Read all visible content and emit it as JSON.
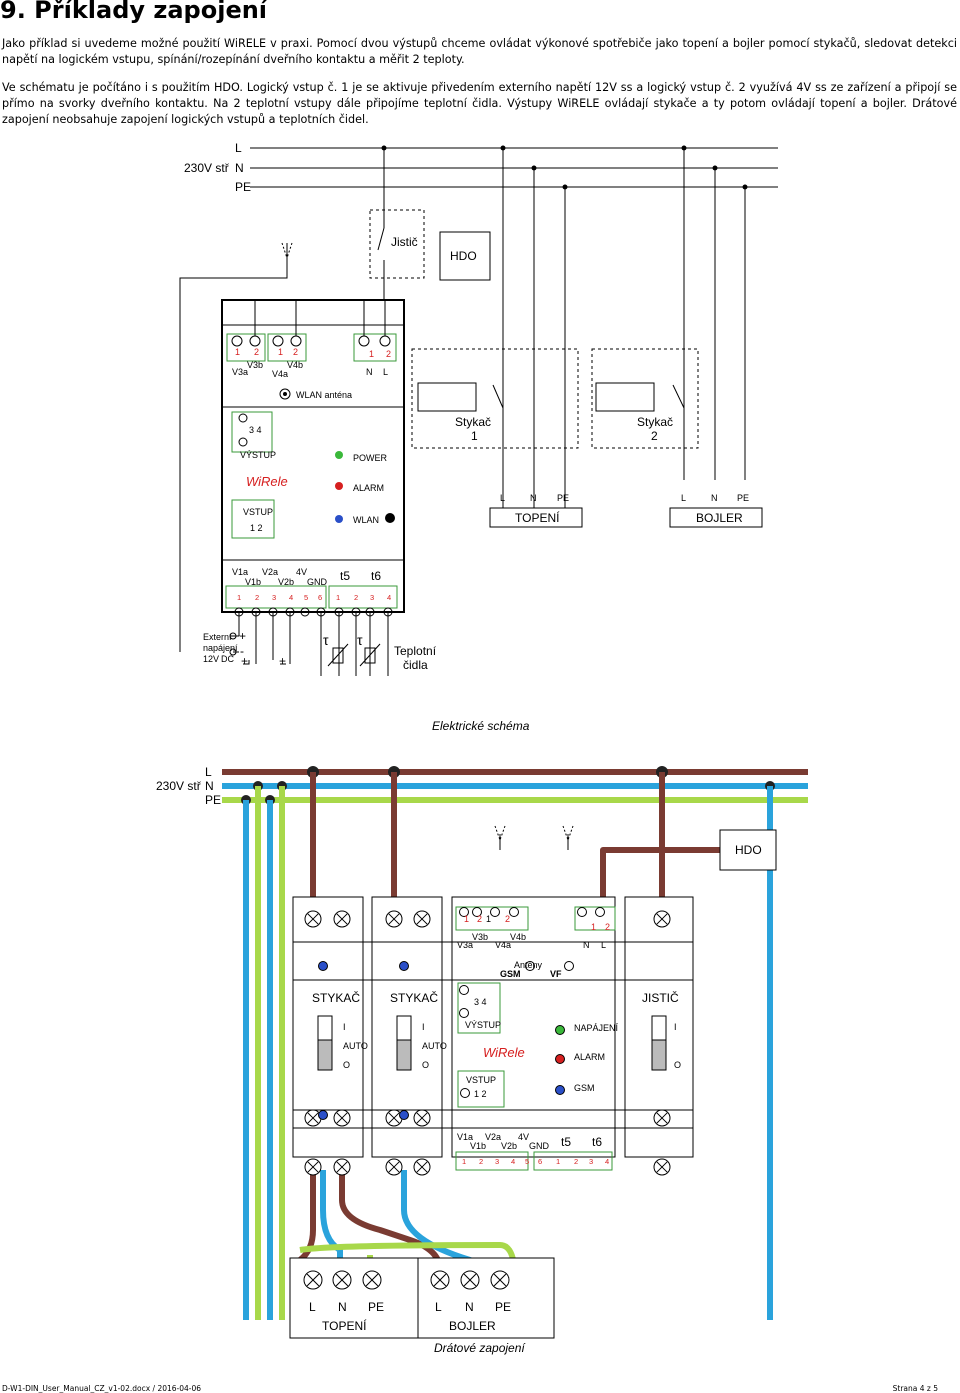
{
  "heading": "9. Příklady zapojení",
  "paragraphs": [
    "Jako příklad si uvedeme možné použití WiRELE v praxi. Pomocí dvou výstupů chceme ovládat výkonové spotřebiče jako topení a bojler pomocí stykačů, sledovat detekci napětí na logickém vstupu, spínání/rozepínání dveřního kontaktu a měřit 2 teploty.",
    "Ve schématu je počítáno i s použitím HDO. Logický vstup č. 1 je se aktivuje přivedením externího napětí 12V ss a logický vstup č. 2 využívá 4V ss ze zařízení a připojí se přímo na svorky dveřního kontaktu. Na 2 teplotní vstupy dále připojíme teplotní čidla. Výstupy WiRELE ovládají stykače a ty potom ovládají topení a bojler. Drátové zapojení neobsahuje zapojení logických vstupů a teplotních čidel."
  ],
  "schematic": {
    "supply_label": "230V stř",
    "lines": [
      "L",
      "N",
      "PE"
    ],
    "breaker": "Jistič",
    "hdo": "HDO",
    "contactor1": "Stykač",
    "contactor1_num": "1",
    "contactor2": "Stykač",
    "contactor2_num": "2",
    "heating": "TOPENÍ",
    "boiler": "BOJLER",
    "lnpe": [
      "L",
      "N",
      "PE"
    ],
    "term_12": [
      "1",
      "2"
    ],
    "v3b": "V3b",
    "v3a": "V3a",
    "v4b": "V4b",
    "v4a": "V4a",
    "n": "N",
    "l": "L",
    "antenna": "WLAN anténa",
    "out_34": "3  4",
    "vystup": "VÝSTUP",
    "brand": "WiRele",
    "vstup": "VSTUP",
    "vstup_12": "1  2",
    "power": "POWER",
    "alarm": "ALARM",
    "wlan": "WLAN",
    "bottom_top": [
      "V1a",
      "V2a",
      "4V"
    ],
    "bottom_mid": [
      "V1b",
      "V2b",
      "GND"
    ],
    "t5": "t5",
    "t6": "t6",
    "bottom_nums1": [
      "1",
      "2",
      "3",
      "4",
      "5",
      "6"
    ],
    "bottom_nums2": [
      "1",
      "2",
      "3",
      "4"
    ],
    "ext_supply": [
      "Externí",
      "napájení",
      "12V"
    ],
    "dc": "DC",
    "plus": "+",
    "minus": "-",
    "tau": "τ",
    "temp_sensors": [
      "Teplotní",
      "čidla"
    ],
    "caption": "Elektrické schéma"
  },
  "wiring": {
    "supply_label": "230V stř",
    "lines": [
      "L",
      "N",
      "PE"
    ],
    "hdo": "HDO",
    "contactor": "STYKAČ",
    "breaker": "JISTIČ",
    "i": "I",
    "auto": "AUTO",
    "o": "O",
    "antennas": "Antény",
    "gsm": "GSM",
    "vf": "VF",
    "napajeni": "NAPÁJENÍ",
    "alarm": "ALARM",
    "gsm_led": "GSM",
    "heating": "TOPENÍ",
    "boiler": "BOJLER",
    "caption": "Drátové zapojení",
    "colors": {
      "brown": "#7a3b32",
      "blue": "#2aa3dc",
      "pe": "#a8d84a"
    }
  },
  "footer": {
    "doc": "D-W1-DIN_User_Manual_CZ_v1-02.docx / 2016-04-06",
    "page": "Strana 4 z 5"
  }
}
